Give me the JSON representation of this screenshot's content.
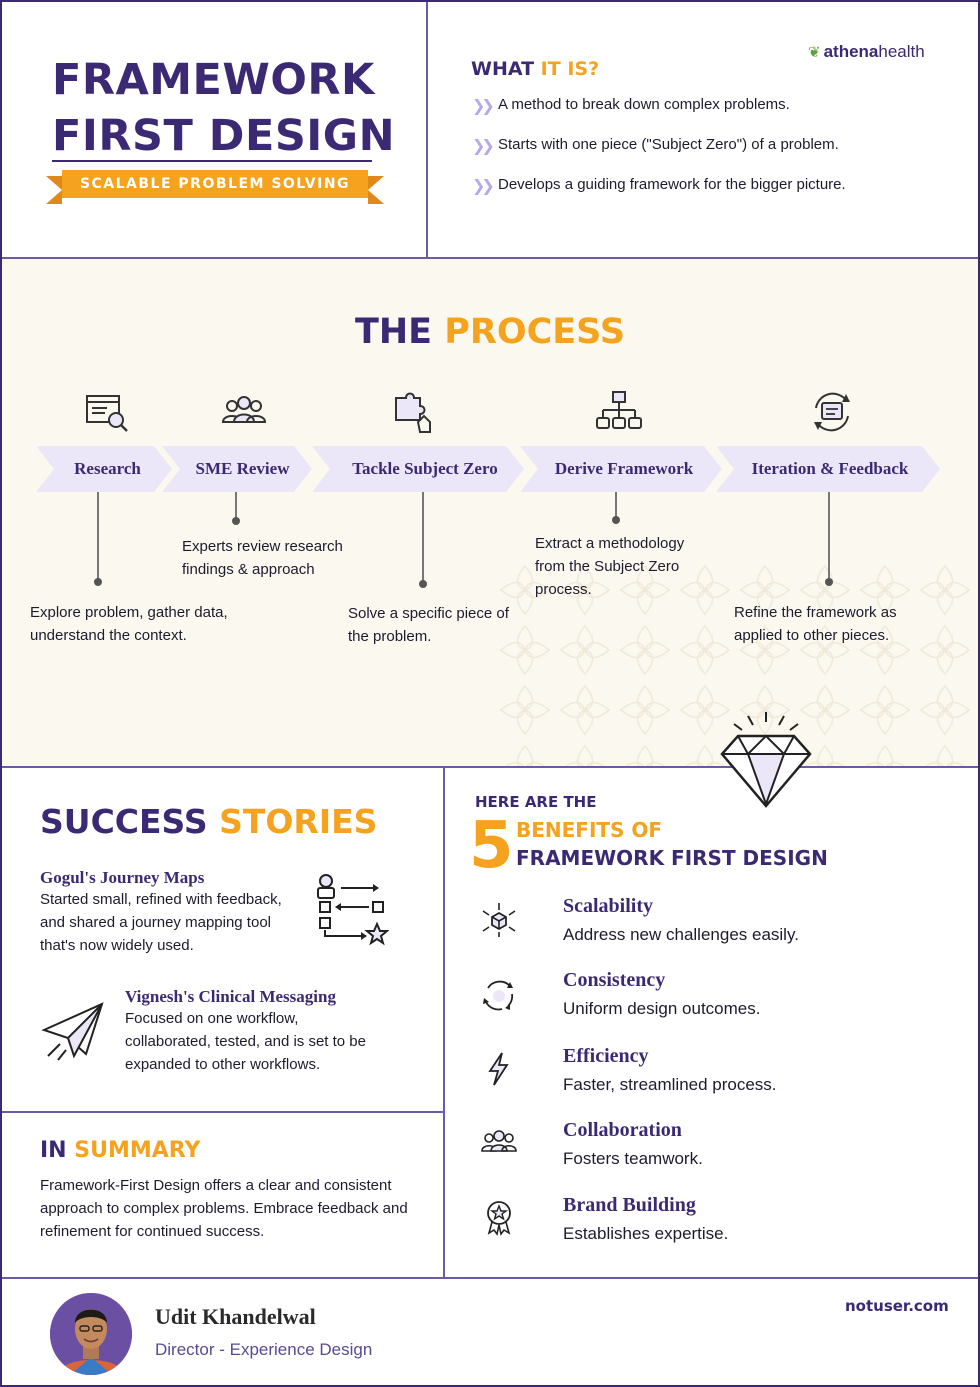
{
  "header": {
    "title_line1": "FRAMEWORK",
    "title_line2": "FIRST DESIGN",
    "ribbon": "SCALABLE PROBLEM SOLVING"
  },
  "logo": {
    "brand_a": "athena",
    "brand_b": "health"
  },
  "what_it_is": {
    "title_a": "WHAT ",
    "title_b": "IT IS?",
    "items": [
      "A method to break down complex problems.",
      "Starts with one piece (\"Subject Zero\") of a problem.",
      "Develops a guiding framework for the bigger picture."
    ]
  },
  "process": {
    "title_a": "THE ",
    "title_b": "PROCESS",
    "steps": [
      {
        "label": "Research",
        "icon": "research-icon",
        "desc_1": "Explore problem, gather data,",
        "desc_2": "understand the context.",
        "desc_3": ""
      },
      {
        "label": "SME Review",
        "icon": "team-icon",
        "desc_1": "Experts review  research",
        "desc_2": "findings & approach",
        "desc_3": ""
      },
      {
        "label": "Tackle Subject Zero",
        "icon": "puzzle-icon",
        "desc_1": "Solve a specific piece of",
        "desc_2": "the problem.",
        "desc_3": ""
      },
      {
        "label": "Derive Framework",
        "icon": "hierarchy-icon",
        "desc_1": "Extract a methodology",
        "desc_2": "from the Subject Zero",
        "desc_3": "process."
      },
      {
        "label": "Iteration & Feedback",
        "icon": "feedback-cycle-icon",
        "desc_1": "Refine the framework as",
        "desc_2": "applied to other pieces.",
        "desc_3": ""
      }
    ]
  },
  "success": {
    "title_a": "SUCCESS ",
    "title_b": "STORIES",
    "stories": [
      {
        "name": "Gogul's Journey Maps",
        "l1": "Started small, refined with feedback,",
        "l2": "and shared a journey mapping tool",
        "l3": "that's now widely used."
      },
      {
        "name": "Vignesh's Clinical Messaging",
        "l1": "Focused on one workflow,",
        "l2": "collaborated, tested, and is set to be",
        "l3": "expanded to other workflows."
      }
    ]
  },
  "summary": {
    "title_a": "IN ",
    "title_b": "SUMMARY",
    "l1": "Framework-First Design offers a clear and consistent",
    "l2": "approach to complex problems. Embrace feedback and",
    "l3": "refinement for continued success."
  },
  "benefits": {
    "intro": "HERE ARE THE",
    "number": "5",
    "line1": "BENEFITS OF",
    "line2": "FRAMEWORK FIRST DESIGN",
    "items": [
      {
        "name": "Scalability",
        "desc": "Address new challenges easily.",
        "icon": "scale-cube-icon"
      },
      {
        "name": "Consistency",
        "desc": "Uniform design outcomes.",
        "icon": "cycle-arrows-icon"
      },
      {
        "name": "Efficiency",
        "desc": "Faster, streamlined process.",
        "icon": "lightning-icon"
      },
      {
        "name": "Collaboration",
        "desc": "Fosters teamwork.",
        "icon": "team-icon"
      },
      {
        "name": "Brand Building",
        "desc": "Establishes expertise.",
        "icon": "badge-icon"
      }
    ]
  },
  "footer": {
    "author": "Udit Khandelwal",
    "role": "Director - Experience Design",
    "site": "notuser.com"
  },
  "colors": {
    "purple": "#3b2a73",
    "orange": "#f5a21f",
    "lavender": "#ece7f8",
    "cream": "#fbf8ef"
  }
}
